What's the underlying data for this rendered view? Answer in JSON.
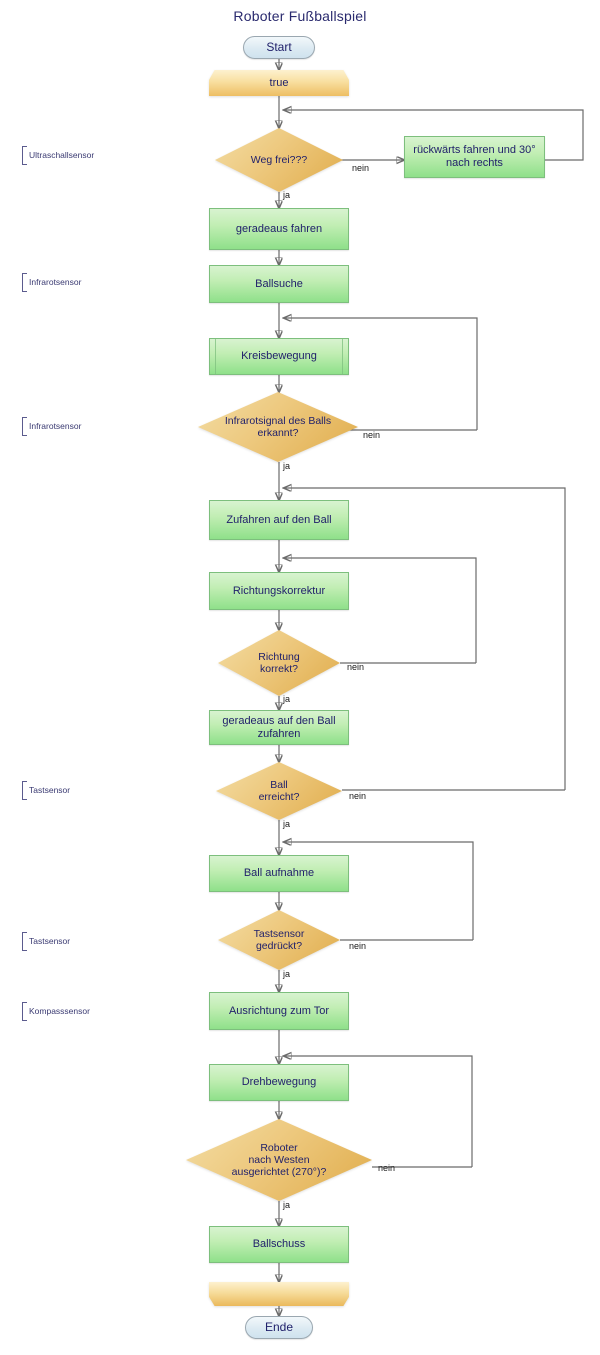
{
  "title": "Roboter Fußballspiel",
  "colors": {
    "process_fill": "#8fe08a",
    "decision_fill": "#e0ac4b",
    "terminator_fill": "#cfe2ee",
    "loop_fill": "#edbe63",
    "text": "#21216b",
    "connector": "#6b6b6b"
  },
  "nodes": {
    "start": {
      "label": "Start",
      "type": "terminator"
    },
    "loop_start": {
      "label": "true",
      "type": "loop-start"
    },
    "weg_frei": {
      "label": "Weg frei???",
      "type": "decision"
    },
    "rueckwaerts": {
      "label": "rückwärts fahren und 30°\nnach rechts",
      "type": "process"
    },
    "geradeaus_fahren": {
      "label": "geradeaus fahren",
      "type": "process"
    },
    "ballsuche": {
      "label": "Ballsuche",
      "type": "process"
    },
    "kreisbewegung": {
      "label": "Kreisbewegung",
      "type": "subprocess"
    },
    "infrarotsignal": {
      "label": "Infrarotsignal des Balls\nerkannt?",
      "type": "decision"
    },
    "zufahren": {
      "label": "Zufahren auf den Ball",
      "type": "process"
    },
    "richtungskorrektur": {
      "label": "Richtungskorrektur",
      "type": "process"
    },
    "richtung_korrekt": {
      "label": "Richtung\nkorrekt?",
      "type": "decision"
    },
    "geradeaus_ball": {
      "label": "geradeaus auf den Ball\nzufahren",
      "type": "process"
    },
    "ball_erreicht": {
      "label": "Ball\nerreicht?",
      "type": "decision"
    },
    "ball_aufnahme": {
      "label": "Ball aufnahme",
      "type": "process"
    },
    "tastsensor_gedrueckt": {
      "label": "Tastsensor\ngedrückt?",
      "type": "decision"
    },
    "ausrichtung_tor": {
      "label": "Ausrichtung zum Tor",
      "type": "process"
    },
    "drehbewegung": {
      "label": "Drehbewegung",
      "type": "process"
    },
    "roboter_westen": {
      "label": "Roboter\nnach Westen\nausgerichtet (270°)?",
      "type": "decision"
    },
    "ballschuss": {
      "label": "Ballschuss",
      "type": "process"
    },
    "loop_end": {
      "label": "",
      "type": "loop-end"
    },
    "ende": {
      "label": "Ende",
      "type": "terminator"
    }
  },
  "sensors": [
    {
      "label": "Ultraschallsensor"
    },
    {
      "label": "Infrarotsensor"
    },
    {
      "label": "Infrarotsensor"
    },
    {
      "label": "Tastsensor"
    },
    {
      "label": "Tastsensor"
    },
    {
      "label": "Kompasssensor"
    }
  ],
  "edge_labels": {
    "weg_frei_nein": "nein",
    "weg_frei_ja": "ja",
    "infrarot_nein": "nein",
    "infrarot_ja": "ja",
    "richtung_nein": "nein",
    "richtung_ja": "ja",
    "ball_erreicht_nein": "nein",
    "ball_erreicht_ja": "ja",
    "tastsensor_nein": "nein",
    "tastsensor_ja": "ja",
    "westen_nein": "nein",
    "westen_ja": "ja"
  }
}
